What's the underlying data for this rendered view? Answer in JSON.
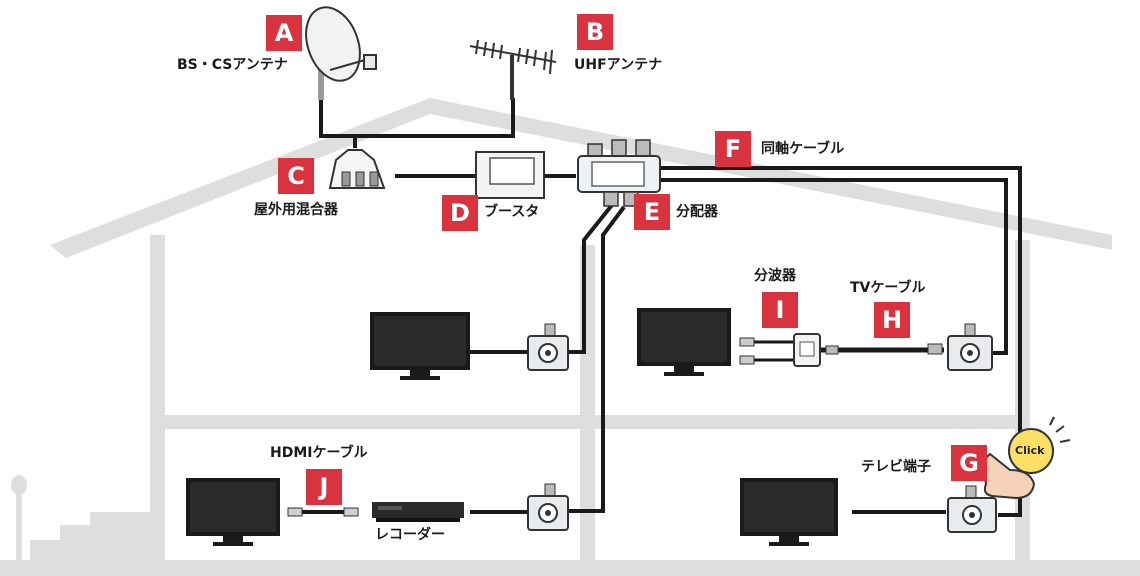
{
  "labels": {
    "bs_cs_antenna": "BS・CSアンテナ",
    "uhf_antenna": "UHFアンテナ",
    "mixer": "屋外用混合器",
    "booster": "ブースタ",
    "splitter": "分配器",
    "coax_cable": "同軸ケーブル",
    "separator": "分波器",
    "tv_cable": "TVケーブル",
    "tv_outlet": "テレビ端子",
    "hdmi_cable": "HDMIケーブル",
    "recorder": "レコーダー"
  },
  "badges": {
    "a": "A",
    "b": "B",
    "c": "C",
    "d": "D",
    "e": "E",
    "f": "F",
    "g": "G",
    "h": "H",
    "i": "I",
    "j": "J"
  },
  "click_bubble": "Click",
  "colors": {
    "badge": "#d8333f",
    "house_outline": "#dedede",
    "cable": "#1a1a1a",
    "bubble": "#ffe066"
  }
}
